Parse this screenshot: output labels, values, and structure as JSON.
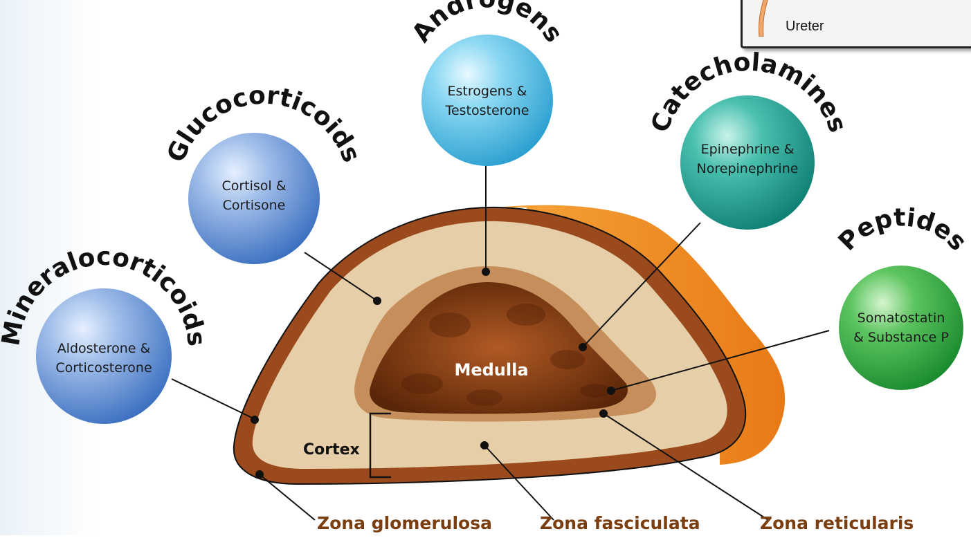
{
  "inset": {
    "label": "Ureter"
  },
  "hormone_groups": [
    {
      "id": "mineralocorticoids",
      "title": "Mineralocorticoids",
      "line1": "Aldosterone &",
      "line2": "Corticosterone"
    },
    {
      "id": "glucocorticoids",
      "title": "Glucocorticoids",
      "line1": "Cortisol &",
      "line2": "Cortisone"
    },
    {
      "id": "androgens",
      "title": "Androgens",
      "line1": "Estrogens &",
      "line2": "Testosterone"
    },
    {
      "id": "catecholamines",
      "title": "Catecholamines",
      "line1": "Epinephrine &",
      "line2": "Norepinephrine"
    },
    {
      "id": "peptides",
      "title": "Peptides",
      "line1": "Somatostatin",
      "line2": "& Substance P"
    }
  ],
  "regions": {
    "medulla": "Medulla",
    "cortex": "Cortex"
  },
  "zones": {
    "glomerulosa": "Zona glomerulosa",
    "fasciculata": "Zona fasciculata",
    "reticularis": "Zona reticularis"
  },
  "colors": {
    "capsule_dark": "#9a4a1c",
    "capsule_orange": "#f08a22",
    "cortex_fasciculata": "#e6cfa8",
    "cortex_reticularis": "#c58e5a",
    "medulla": "#7a3a14",
    "label_brown": "#7a3e10",
    "bubble_blue": "#6f9edc",
    "bubble_cyan": "#5ec3e6",
    "bubble_teal": "#26a898",
    "bubble_green": "#2fae47"
  }
}
